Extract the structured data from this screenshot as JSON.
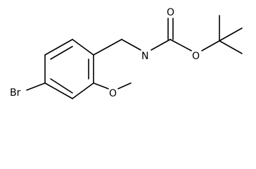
{
  "molecule": {
    "atoms": {
      "bromine": "Br",
      "nitrogen": "N",
      "carbonyl_oxygen": "O",
      "ester_oxygen": "O",
      "methoxy_oxygen": "O"
    },
    "colors": {
      "bond": "#000000",
      "label": "#000000",
      "background": "#ffffff"
    }
  }
}
